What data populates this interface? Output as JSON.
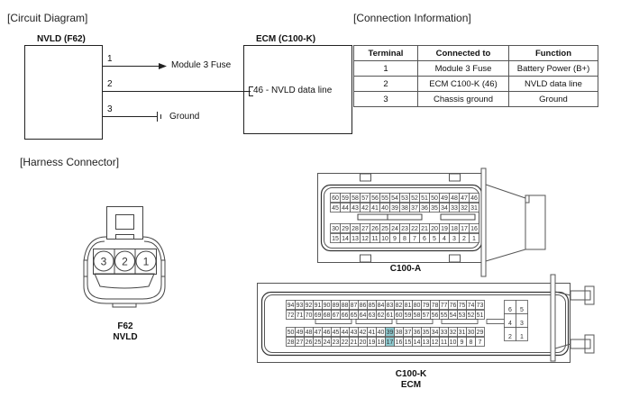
{
  "sections": {
    "circuit": "[Circuit Diagram]",
    "connection": "[Connection Information]",
    "harness": "[Harness Connector]"
  },
  "circuit": {
    "left_box_title": "NVLD (F62)",
    "right_box_title": "ECM (C100-K)",
    "wires": [
      {
        "num": "1",
        "label": "Module 3 Fuse",
        "end": "arrow"
      },
      {
        "num": "2",
        "label": "46 - NVLD data line",
        "end": "ecm-pin"
      },
      {
        "num": "3",
        "label": "Ground",
        "end": "ground"
      }
    ]
  },
  "connection_table": {
    "headers": [
      "Terminal",
      "Connected to",
      "Function"
    ],
    "rows": [
      [
        "1",
        "Module 3 Fuse",
        "Battery Power (B+)"
      ],
      [
        "2",
        "ECM C100-K (46)",
        "NVLD data line"
      ],
      [
        "3",
        "Chassis ground",
        "Ground"
      ]
    ]
  },
  "connectors": {
    "f62": {
      "name": "F62",
      "sub": "NVLD",
      "pins": [
        "3",
        "2",
        "1"
      ]
    },
    "c100a": {
      "name": "C100-A",
      "rows": [
        [
          "60",
          "59",
          "58",
          "57",
          "56",
          "55",
          "54",
          "53",
          "52",
          "51",
          "50",
          "49",
          "48",
          "47",
          "46"
        ],
        [
          "45",
          "44",
          "43",
          "42",
          "41",
          "40",
          "39",
          "38",
          "37",
          "36",
          "35",
          "34",
          "33",
          "32",
          "31"
        ],
        [
          "30",
          "29",
          "28",
          "27",
          "26",
          "25",
          "24",
          "23",
          "22",
          "21",
          "20",
          "19",
          "18",
          "17",
          "16"
        ],
        [
          "15",
          "14",
          "13",
          "12",
          "11",
          "10",
          "9",
          "8",
          "7",
          "6",
          "5",
          "4",
          "3",
          "2",
          "1"
        ]
      ]
    },
    "c100k": {
      "name": "C100-K",
      "sub": "ECM",
      "highlight_color": "#8ec9cf",
      "highlighted_pins": [
        "39",
        "17"
      ],
      "rows": [
        [
          "94",
          "93",
          "92",
          "91",
          "90",
          "89",
          "88",
          "87",
          "86",
          "85",
          "84",
          "83",
          "82",
          "81",
          "80",
          "79",
          "78",
          "77",
          "76",
          "75",
          "74",
          "73"
        ],
        [
          "72",
          "71",
          "70",
          "69",
          "68",
          "67",
          "66",
          "65",
          "64",
          "63",
          "62",
          "61",
          "60",
          "59",
          "58",
          "57",
          "56",
          "55",
          "54",
          "53",
          "52",
          "51"
        ],
        [
          "50",
          "49",
          "48",
          "47",
          "46",
          "45",
          "44",
          "43",
          "42",
          "41",
          "40",
          "39",
          "38",
          "37",
          "36",
          "35",
          "34",
          "33",
          "32",
          "31",
          "30",
          "29"
        ],
        [
          "28",
          "27",
          "26",
          "25",
          "24",
          "23",
          "22",
          "21",
          "20",
          "19",
          "18",
          "17",
          "16",
          "15",
          "14",
          "13",
          "12",
          "11",
          "10",
          "9",
          "8",
          "7"
        ]
      ],
      "side_block": [
        [
          "6",
          "5"
        ],
        [
          "4",
          "3"
        ],
        [
          "2",
          "1"
        ]
      ]
    }
  }
}
